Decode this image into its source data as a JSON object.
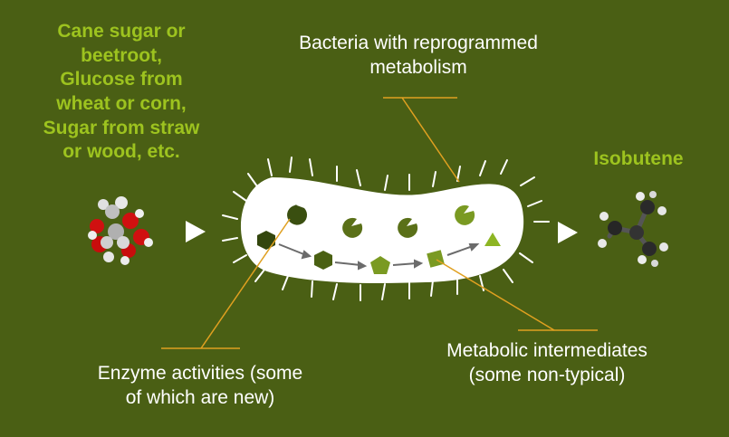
{
  "labels": {
    "sources": [
      "Cane sugar or",
      "beetroot,",
      "Glucose from",
      "wheat or corn,",
      "Sugar from straw",
      "or wood, etc."
    ],
    "bacteria": [
      "Bacteria with reprogrammed",
      "metabolism"
    ],
    "product": "Isobutene",
    "enzymes": [
      "Enzyme activities (some",
      "of which are new)"
    ],
    "intermediates": [
      "Metabolic intermediates",
      "(some non-typical)"
    ]
  },
  "colors": {
    "background": "#4a5f14",
    "accent_green": "#9dc31f",
    "leader_line": "#e0a020",
    "cell": "#ffffff",
    "enzyme_dark": "#3a4f10",
    "enzyme_mid": "#5a7018",
    "enzyme_light": "#7a9a22",
    "intermediate_light": "#8db523",
    "pathway_arrow": "#6b6b6b"
  },
  "icons": {
    "flow_arrow": "play-triangle",
    "sugar_molecule": "ball-and-stick-molecule",
    "isobutene_molecule": "ball-and-stick-molecule"
  }
}
